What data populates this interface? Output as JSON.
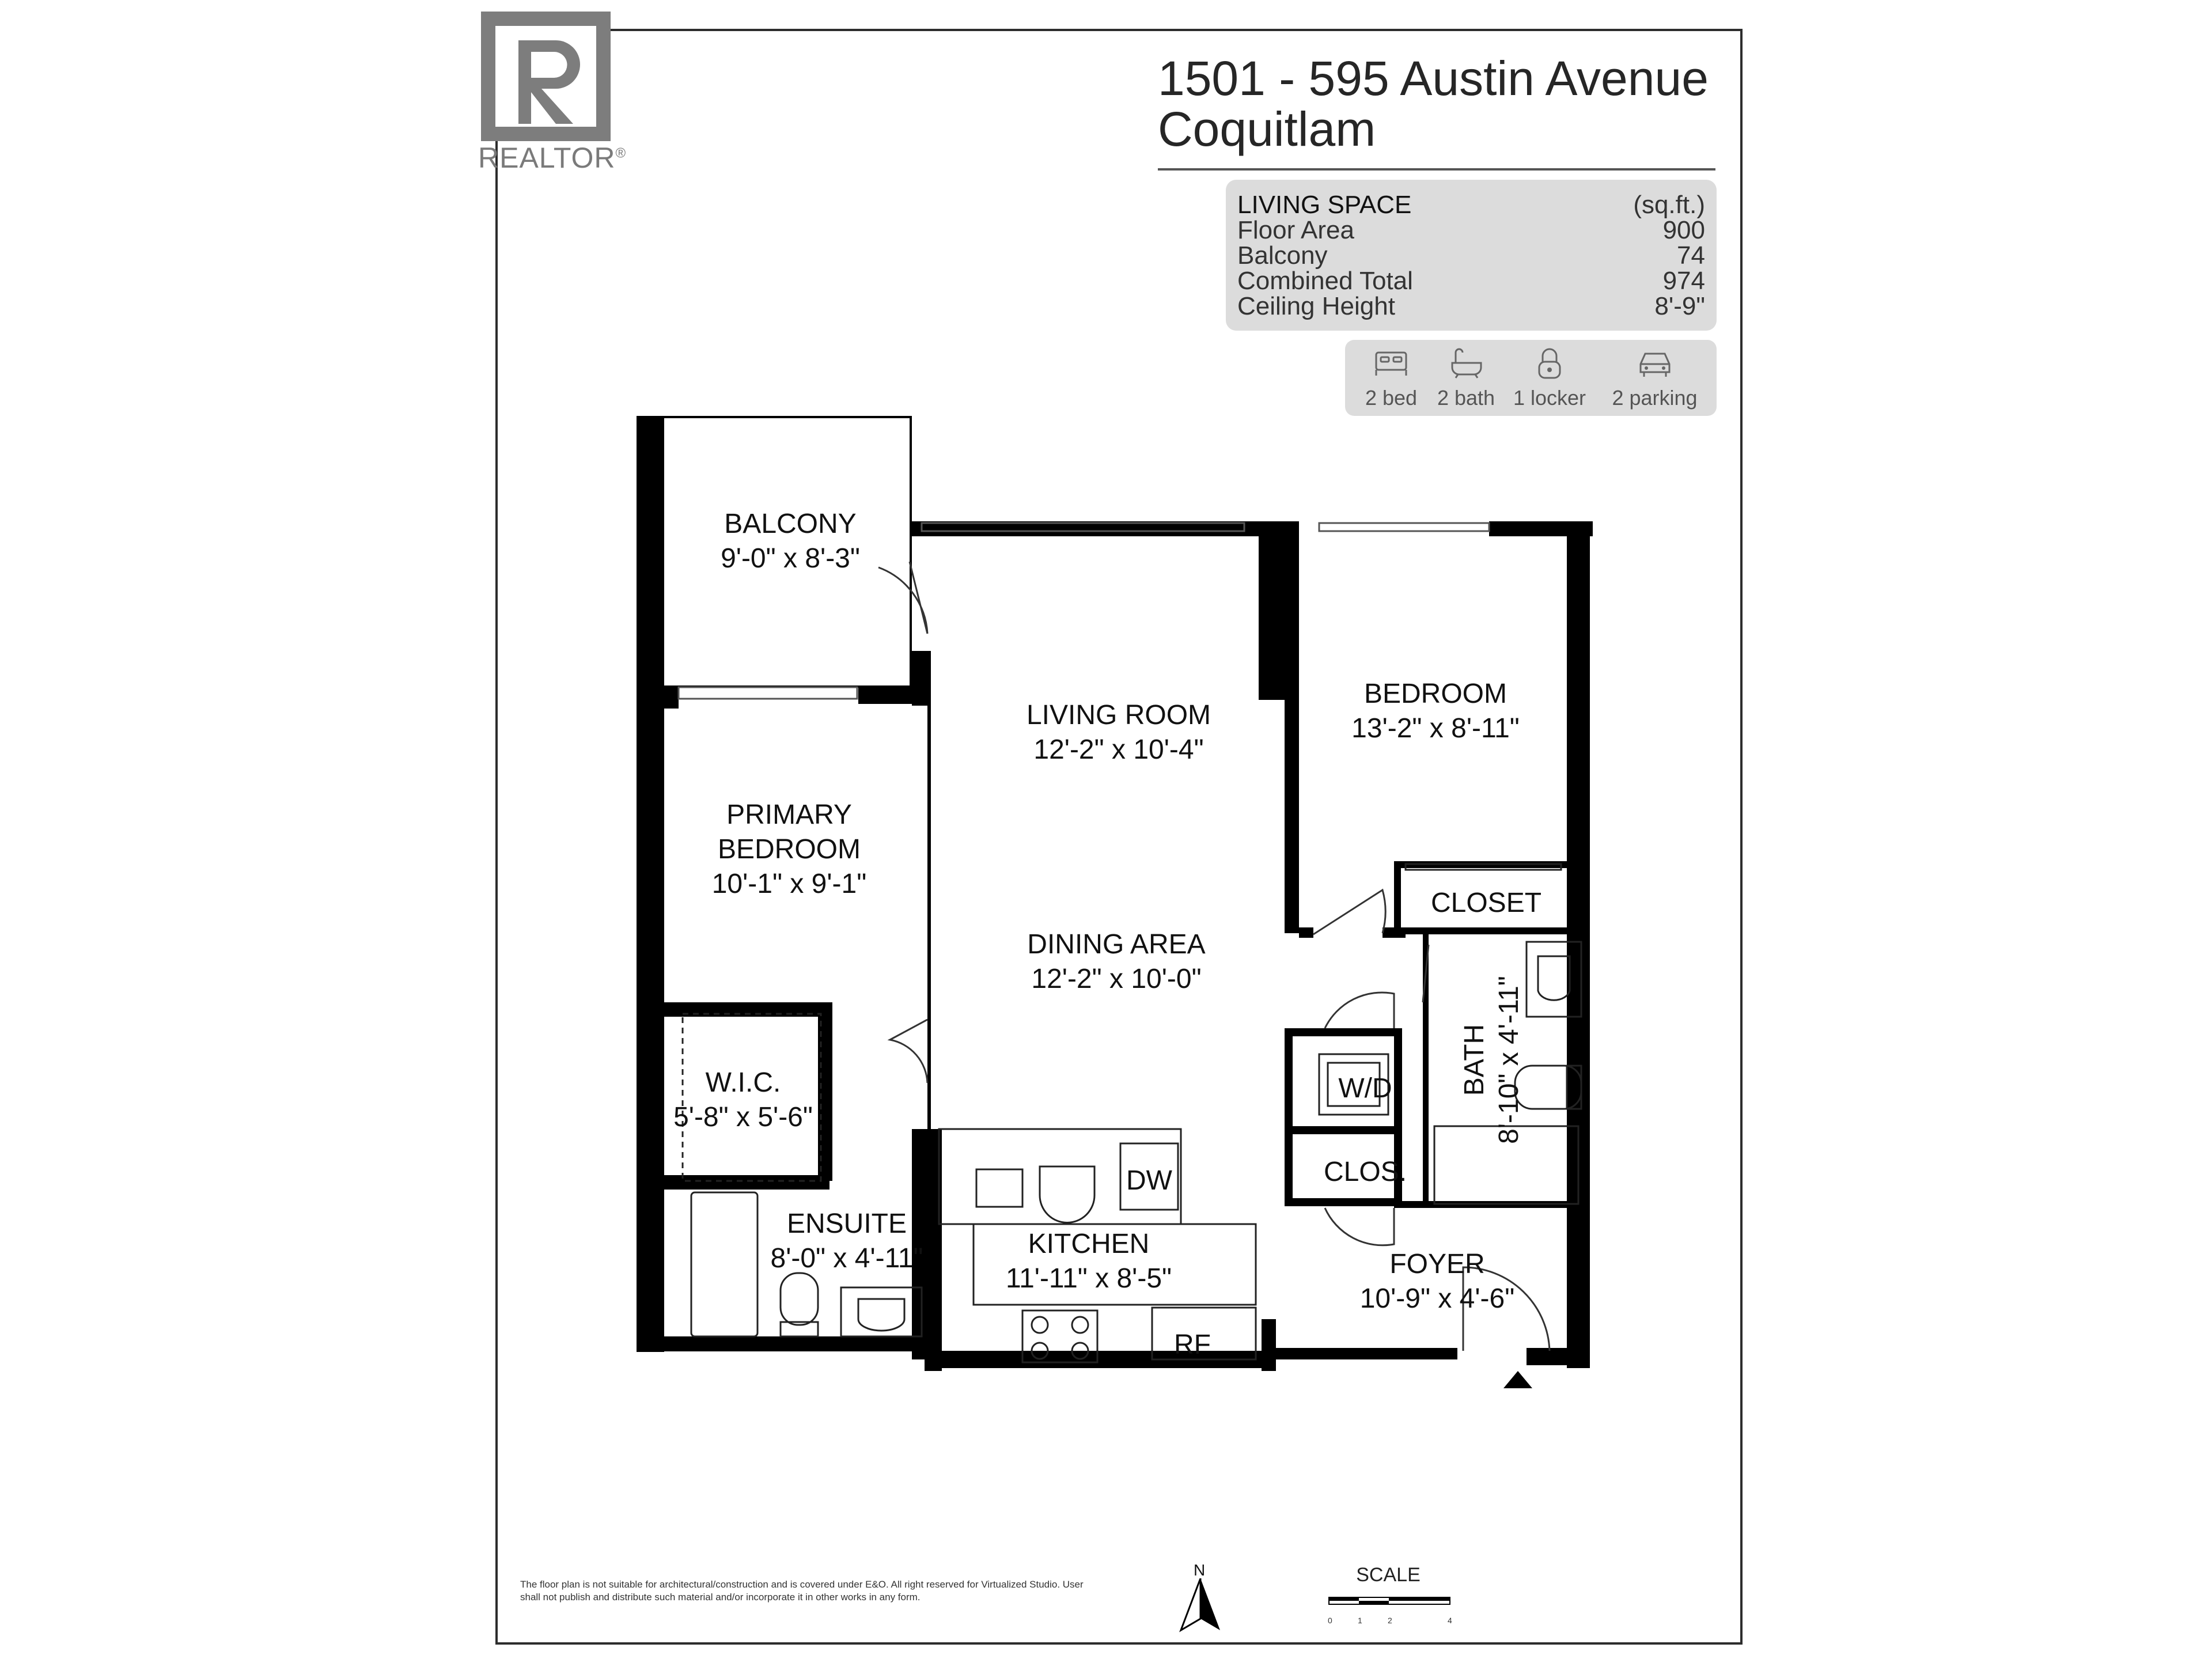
{
  "brand": {
    "logo_letter": "R",
    "name": "REALTOR",
    "mark": "®"
  },
  "address": {
    "line1": "1501 - 595 Austin Avenue",
    "line2": "Coquitlam"
  },
  "living_space": {
    "heading": "LIVING SPACE",
    "unit": "(sq.ft.)",
    "rows": [
      {
        "label": "Floor Area",
        "value": "900"
      },
      {
        "label": "Balcony",
        "value": "74"
      },
      {
        "label": "Combined Total",
        "value": "974"
      },
      {
        "label": "Ceiling Height",
        "value": "8'-9\""
      }
    ]
  },
  "features": [
    {
      "icon": "bed-icon",
      "label": "2 bed"
    },
    {
      "icon": "bathtub-icon",
      "label": "2 bath"
    },
    {
      "icon": "lock-icon",
      "label": "1 locker"
    },
    {
      "icon": "car-icon",
      "label": "2 parking"
    }
  ],
  "rooms": {
    "balcony": {
      "name": "BALCONY",
      "dims": "9'-0\" x 8'-3\""
    },
    "living": {
      "name": "LIVING ROOM",
      "dims": "12'-2\" x 10'-4\""
    },
    "bedroom": {
      "name": "BEDROOM",
      "dims": "13'-2\" x 8'-11\""
    },
    "primary": {
      "name1": "PRIMARY",
      "name2": "BEDROOM",
      "dims": "10'-1\" x 9'-1\""
    },
    "dining": {
      "name": "DINING AREA",
      "dims": "12'-2\" x 10'-0\""
    },
    "closet": {
      "name": "CLOSET"
    },
    "bath": {
      "name": "BATH",
      "dims": "8'-10\" x 4'-11\""
    },
    "wic": {
      "name": "W.I.C.",
      "dims": "5'-8\" x 5'-6\""
    },
    "wd": {
      "name": "W/D"
    },
    "clos": {
      "name": "CLOS."
    },
    "ensuite": {
      "name": "ENSUITE",
      "dims": "8'-0\" x 4'-11\""
    },
    "kitchen": {
      "name": "KITCHEN",
      "dims": "11'-11\" x 8'-5\""
    },
    "foyer": {
      "name": "FOYER",
      "dims": "10'-9\" x 4'-6\""
    },
    "dw": {
      "name": "DW"
    },
    "rf": {
      "name": "RF"
    }
  },
  "disclaimer": "The floor plan is not suitable for architectural/construction and is covered under E&O. All right reserved for Virtualized Studio. User shall not publish and distribute such material and/or incorporate it in other works in any form.",
  "compass": {
    "label": "N"
  },
  "scale": {
    "title": "SCALE",
    "ticks": [
      "0",
      "1",
      "2",
      "4"
    ]
  },
  "colors": {
    "wall": "#000000",
    "panel": "#dcdcdc",
    "text": "#111111",
    "muted": "#555555"
  }
}
